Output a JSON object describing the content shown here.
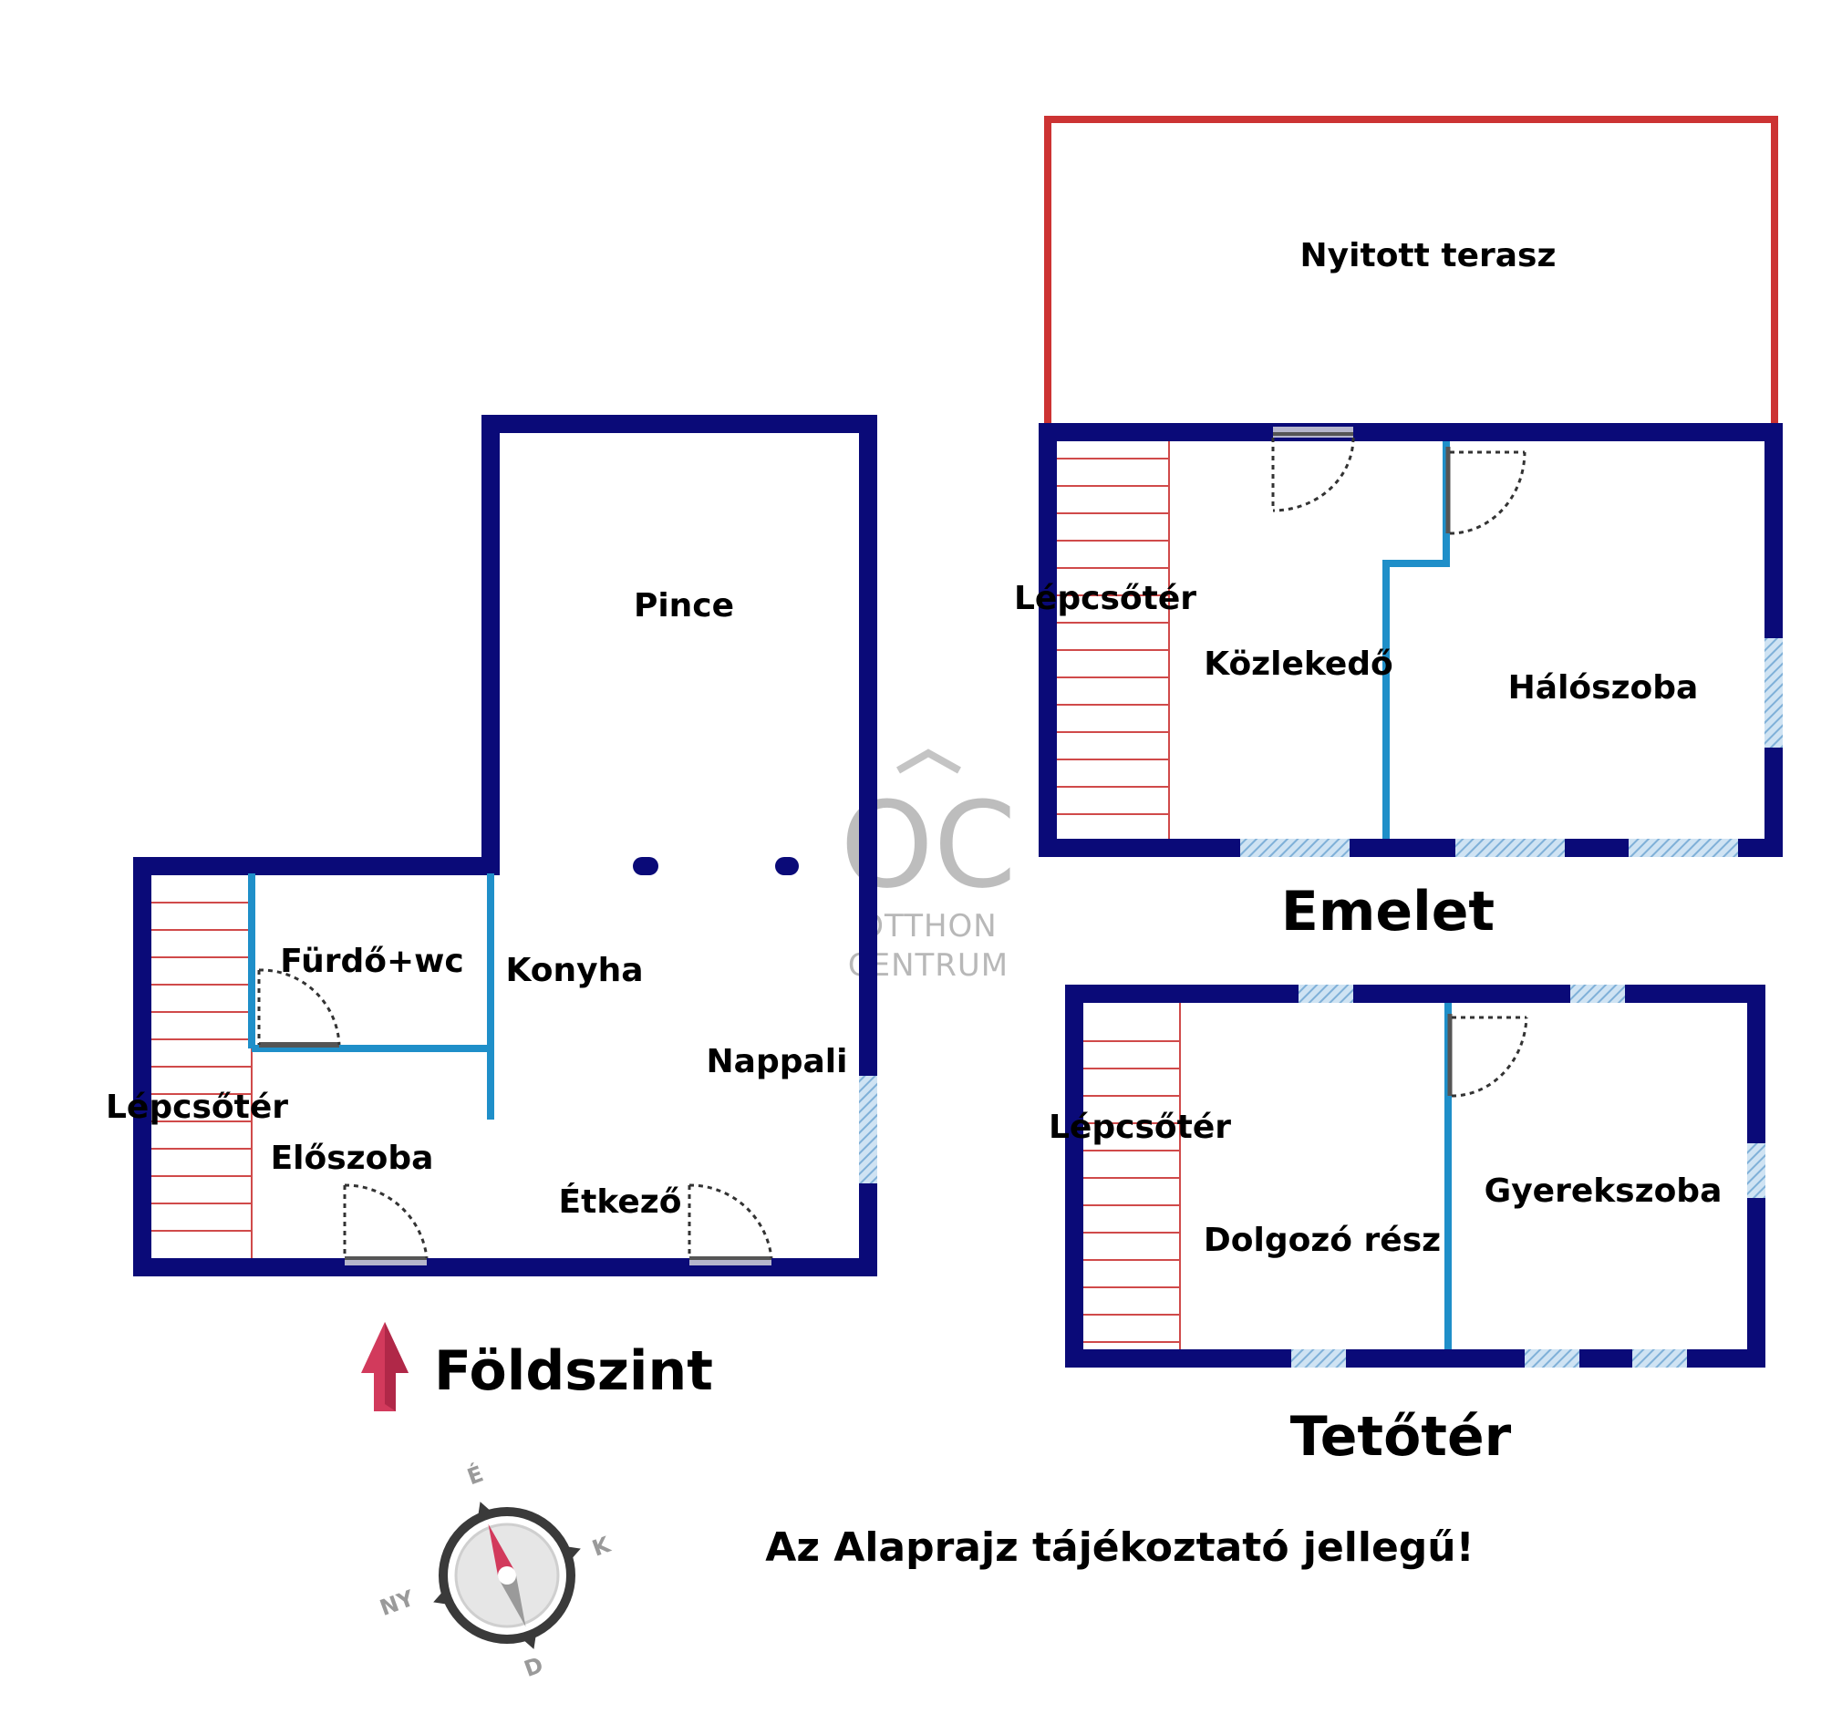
{
  "colors": {
    "outer_wall": "#0a0a78",
    "inner_wall": "#1f8fc9",
    "terrace": "#cc3333",
    "stairs": "#d04a4a",
    "window": "#8fb8dc",
    "north_arrow": "#d23a5c"
  },
  "logo": {
    "monogram": "OC",
    "line1": "OTTHON",
    "line2": "CENTRUM"
  },
  "floors": {
    "ground": {
      "title": "Földszint",
      "rooms": {
        "pince": "Pince",
        "furdo": "Fürdő+wc",
        "konyha": "Konyha",
        "nappali": "Nappali",
        "lepcsoter": "Lépcsőtér",
        "eloszoba": "Előszoba",
        "etkezo": "Étkező"
      }
    },
    "upper": {
      "title": "Emelet",
      "rooms": {
        "terasz": "Nyitott terasz",
        "lepcsoter": "Lépcsőtér",
        "kozlekedo": "Közlekedő",
        "haloszoba": "Hálószoba"
      }
    },
    "attic": {
      "title": "Tetőtér",
      "rooms": {
        "lepcsoter": "Lépcsőtér",
        "dolgozo": "Dolgozó rész",
        "gyerekszoba": "Gyerekszoba"
      }
    }
  },
  "compass": {
    "north": "É",
    "east": "K",
    "south": "D",
    "west": "NY"
  },
  "disclaimer": "Az Alaprajz tájékoztató jellegű!"
}
